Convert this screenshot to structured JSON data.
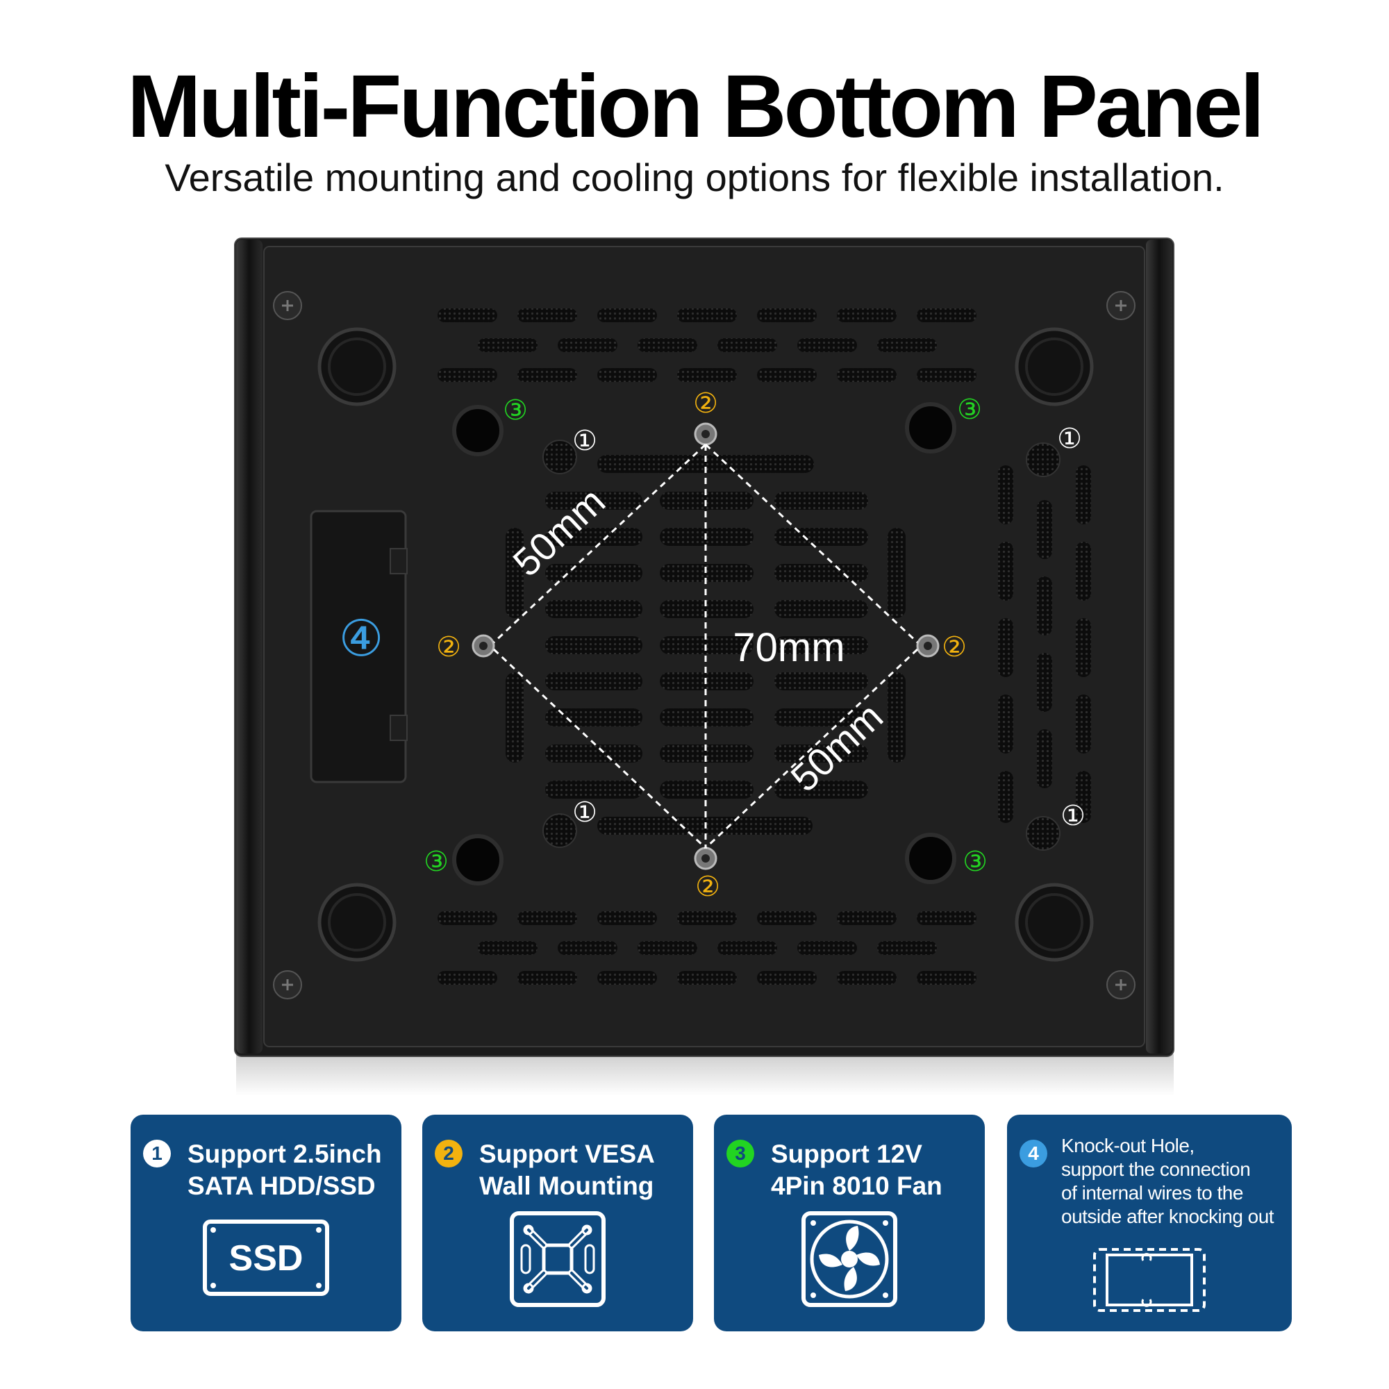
{
  "header": {
    "title": "Multi-Function Bottom Panel",
    "subtitle": "Versatile mounting and cooling options for flexible installation."
  },
  "panel": {
    "dimensions": {
      "diagonal_left": "50mm",
      "diagonal_right": "50mm",
      "vertical": "70mm"
    },
    "markers": {
      "hdd": "①",
      "vesa": "②",
      "fan": "③",
      "knockout": "④"
    }
  },
  "colors": {
    "card_bg": "#0f4a7f",
    "hdd": "#ffffff",
    "vesa": "#f2b20f",
    "fan": "#22d422",
    "knockout": "#3b9de0"
  },
  "cards": [
    {
      "badge": "1",
      "text": "Support 2.5inch\nSATA HDD/SSD",
      "icon": "ssd-icon",
      "icon_label": "SSD"
    },
    {
      "badge": "2",
      "text": "Support VESA\nWall Mounting",
      "icon": "vesa-mount-icon"
    },
    {
      "badge": "3",
      "text": "Support 12V\n4Pin 8010 Fan",
      "icon": "fan-icon"
    },
    {
      "badge": "4",
      "text": "Knock-out Hole,\nsupport the connection\nof internal wires to the\noutside after knocking out",
      "icon": "knockout-hole-icon"
    }
  ]
}
